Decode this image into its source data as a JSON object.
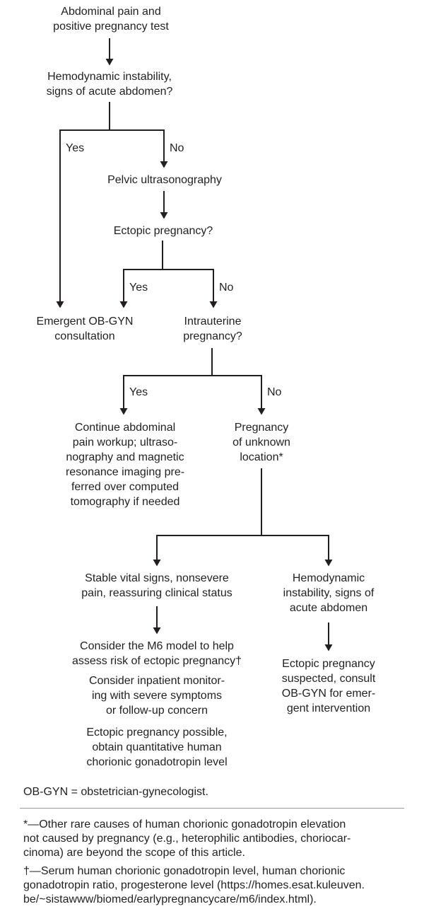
{
  "nodes": {
    "start": "Abdominal pain and\npositive pregnancy test",
    "hemodynamic_q": "Hemodynamic instability,\nsigns of acute abdomen?",
    "pelvic_us": "Pelvic ultrasonography",
    "ectopic_q": "Ectopic pregnancy?",
    "emergent_consult": "Emergent OB-GYN\nconsultation",
    "intrauterine_q": "Intrauterine\npregnancy?",
    "continue_workup": "Continue abdominal\npain workup; ultraso-\nnography and magnetic\nresonance imaging pre-\nferred over computed\ntomography if needed",
    "unknown_location": "Pregnancy\nof unknown\nlocation*",
    "stable_vitals": "Stable vital signs, nonsevere\npain, reassuring clinical status",
    "hemo_instability": "Hemodynamic\ninstability, signs of\nacute abdomen",
    "m6_model": "Consider the M6 model to help\nassess risk of ectopic pregnancy†",
    "inpatient_monitoring": "Consider inpatient monitor-\ning with severe symptoms\nor follow-up concern",
    "ectopic_possible": "Ectopic pregnancy possible,\nobtain quantitative human\nchorionic gonadotropin level",
    "ectopic_suspected": "Ectopic pregnancy\nsuspected, consult\nOB-GYN for emer-\ngent intervention"
  },
  "labels": {
    "yes1": "Yes",
    "no1": "No",
    "yes2": "Yes",
    "no2": "No",
    "yes3": "Yes",
    "no3": "No"
  },
  "footer": {
    "abbreviation": "OB-GYN = obstetrician-gynecologist.",
    "footnote_star": "*—Other rare causes of human chorionic gonadotropin elevation\nnot caused by pregnancy (e.g., heterophilic antibodies, choriocar-\ncinoma) are beyond the scope of this article.",
    "footnote_dagger": "†—Serum human chorionic gonadotropin level, human chorionic\ngonadotropin ratio, progesterone level (https://homes.esat.kuleuven.\nbe/~sistawww/biomed/earlypregnancycare/m6/index.html)."
  },
  "colors": {
    "text": "#231f20",
    "line": "#231f20",
    "background": "#ffffff"
  }
}
